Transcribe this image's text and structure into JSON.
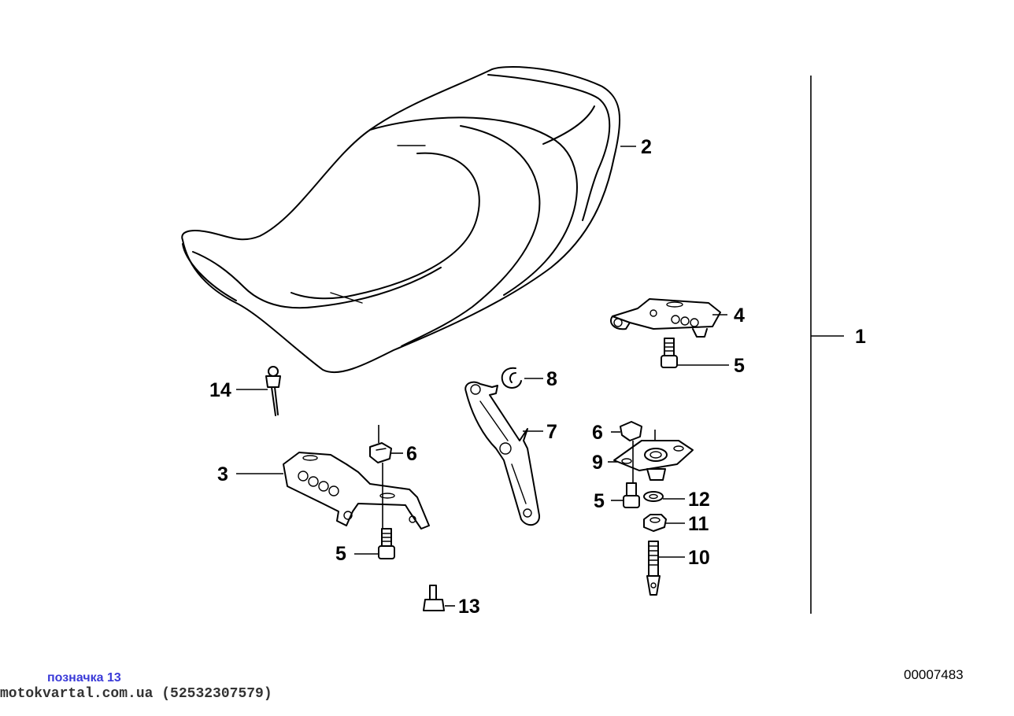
{
  "diagram": {
    "callouts": [
      {
        "id": "1",
        "text": "1"
      },
      {
        "id": "2",
        "text": "2"
      },
      {
        "id": "3",
        "text": "3"
      },
      {
        "id": "4",
        "text": "4"
      },
      {
        "id": "5a",
        "text": "5"
      },
      {
        "id": "5b",
        "text": "5"
      },
      {
        "id": "5c",
        "text": "5"
      },
      {
        "id": "6a",
        "text": "6"
      },
      {
        "id": "6b",
        "text": "6"
      },
      {
        "id": "7",
        "text": "7"
      },
      {
        "id": "8",
        "text": "8"
      },
      {
        "id": "9",
        "text": "9"
      },
      {
        "id": "10",
        "text": "10"
      },
      {
        "id": "11",
        "text": "11"
      },
      {
        "id": "12",
        "text": "12"
      },
      {
        "id": "13",
        "text": "13"
      },
      {
        "id": "14",
        "text": "14"
      }
    ],
    "reference_code": "00007483",
    "label_tag": "позначка 13",
    "watermark": "motokvartal.com.ua (52532307579)"
  }
}
